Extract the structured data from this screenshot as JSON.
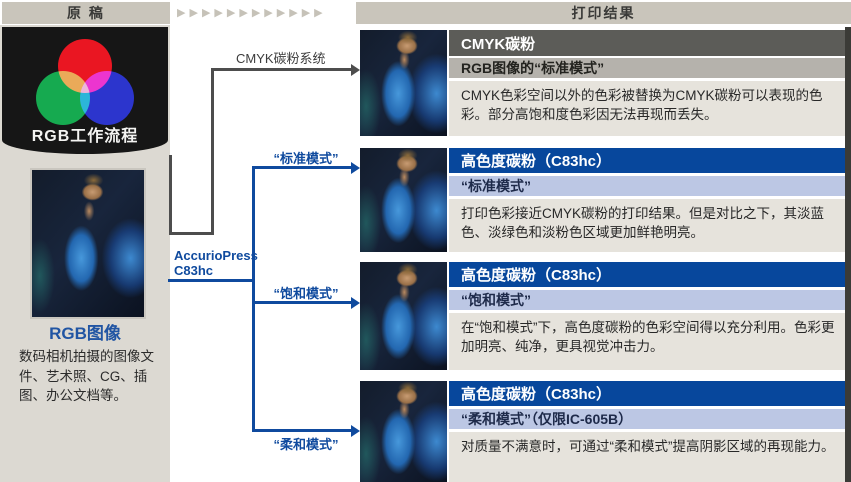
{
  "header": {
    "left": "原 稿",
    "right": "打印结果",
    "arrow_glyph": "▶",
    "arrow_count": 12
  },
  "source_panel": {
    "workflow_title": "RGB工作流程",
    "image_label": "RGB图像",
    "description": "数码相机拍摄的图像文件、艺术照、CG、插图、办公文档等。"
  },
  "flow": {
    "cmyk_branch_label": "CMYK碳粉系统",
    "device_line1": "AccurioPress",
    "device_line2": "C83hc",
    "mode_standard": "“标准模式”",
    "mode_saturation": "“饱和模式”",
    "mode_soft": "“柔和模式”"
  },
  "results": [
    {
      "title": "CMYK碳粉",
      "subtitle": "RGB图像的“标准模式”",
      "body": "CMYK色彩空间以外的色彩被替换为CMYK碳粉可以表现的色彩。部分高饱和度色彩因无法再现而丢失。"
    },
    {
      "title": "高色度碳粉（C83hc）",
      "subtitle": "“标准模式”",
      "body": "打印色彩接近CMYK碳粉的打印结果。但是对比之下，其淡蓝色、淡绿色和淡粉色区域更加鲜艳明亮。"
    },
    {
      "title": "高色度碳粉（C83hc）",
      "subtitle": "“饱和模式”",
      "body": "在“饱和模式”下，高色度碳粉的色彩空间得以充分利用。色彩更加明亮、纯净，更具视觉冲击力。"
    },
    {
      "title": "高色度碳粉（C83hc）",
      "subtitle": "“柔和模式”（仅限IC-605B）",
      "body": "对质量不满意时，可通过“柔和模式”提高阴影区域的再现能力。"
    }
  ],
  "colors": {
    "header_bar": "#c9c5bb",
    "left_column_bg": "#dcd9d2",
    "panel_black": "#161616",
    "flow_blue": "#0f4a9e",
    "flow_gray": "#4d4d4d",
    "title_blue": "#07479c",
    "title_gray": "#5c5c58",
    "subtitle_blue": "#bcc7e4",
    "subtitle_gray": "#b5b2ac",
    "body_bg": "#e6e3dc"
  }
}
